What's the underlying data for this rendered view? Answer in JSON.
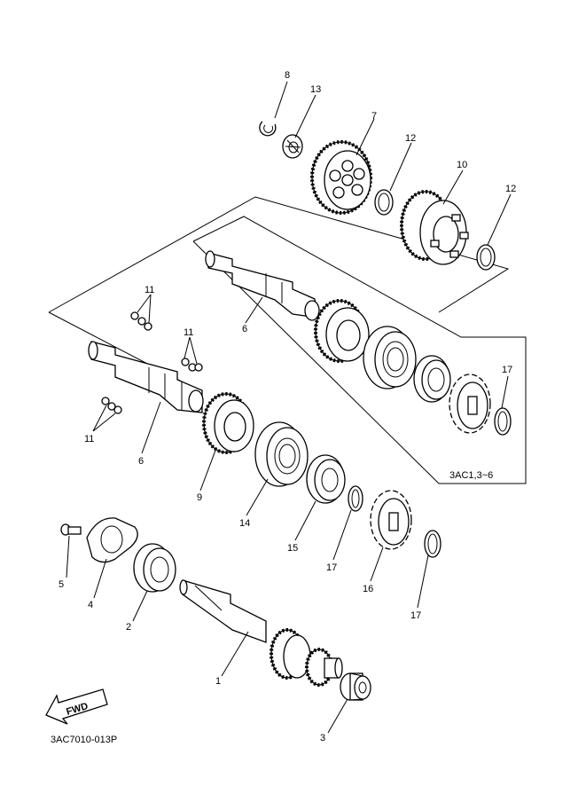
{
  "diagram": {
    "variant_box_label": "3AC1,3~6",
    "drawing_code": "3AC7010-013P",
    "fwd_label": "FWD",
    "callouts": {
      "p1": "1",
      "p2": "2",
      "p3": "3",
      "p4": "4",
      "p5": "5",
      "p6_upper": "6",
      "p6_lower": "6",
      "p7": "7",
      "p8": "8",
      "p9": "9",
      "p10": "10",
      "p11_a": "11",
      "p11_b": "11",
      "p11_c": "11",
      "p12_a": "12",
      "p12_b": "12",
      "p13": "13",
      "p14": "14",
      "p15": "15",
      "p16": "16",
      "p17_a": "17",
      "p17_b": "17",
      "p17_c": "17"
    }
  }
}
